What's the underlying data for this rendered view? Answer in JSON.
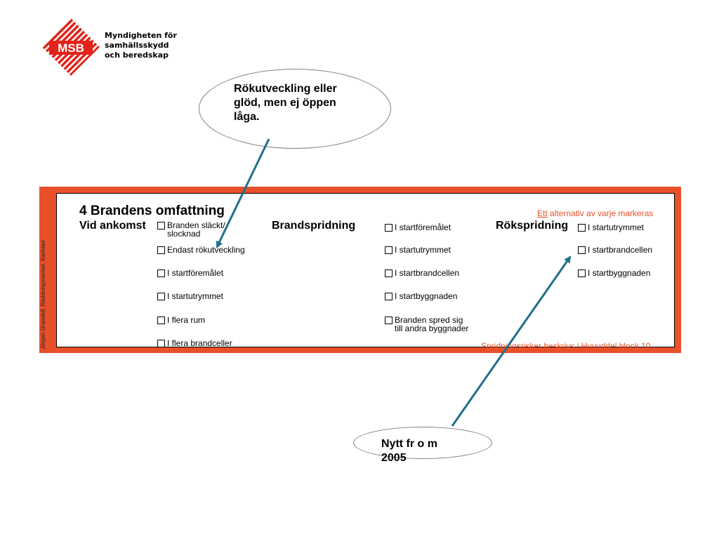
{
  "organization": {
    "logo_text": "MSB",
    "name_lines": [
      "Myndigheten för",
      "samhällsskydd",
      "och beredskap"
    ]
  },
  "callouts": {
    "top": "Rökutveckling eller glöd, men ej öppen låga.",
    "bottom": "Nytt fr o m 2005"
  },
  "form": {
    "title": "4 Brandens omfattning",
    "instruction_underlined": "Ett",
    "instruction_rest": " alternativ av varje markeras",
    "side_credit": "Jörgen Grandell, Räddningsverket, Karlstad",
    "footnote": "Spridningsrisker beskrivs i Huvuddel block 10",
    "sections": {
      "vid_ankomst": {
        "label": "Vid ankomst",
        "options": [
          "Branden släckt/\nslocknad",
          "Endast rökutveckling",
          "I startföremålet",
          "I startutrymmet",
          "I flera rum",
          "I flera brandceller"
        ]
      },
      "brandspridning": {
        "label": "Brandspridning",
        "options": [
          "I startföremålet",
          "I startutrymmet",
          "I startbrandcellen",
          "I startbyggnaden",
          "Branden spred sig\ntill andra byggnader"
        ]
      },
      "rokspridning": {
        "label": "Rökspridning",
        "options": [
          "I startutrymmet",
          "I startbrandcellen",
          "I startbyggnaden"
        ]
      }
    }
  },
  "colors": {
    "brand_red": "#e8502a",
    "arrow": "#1f6f8b"
  }
}
